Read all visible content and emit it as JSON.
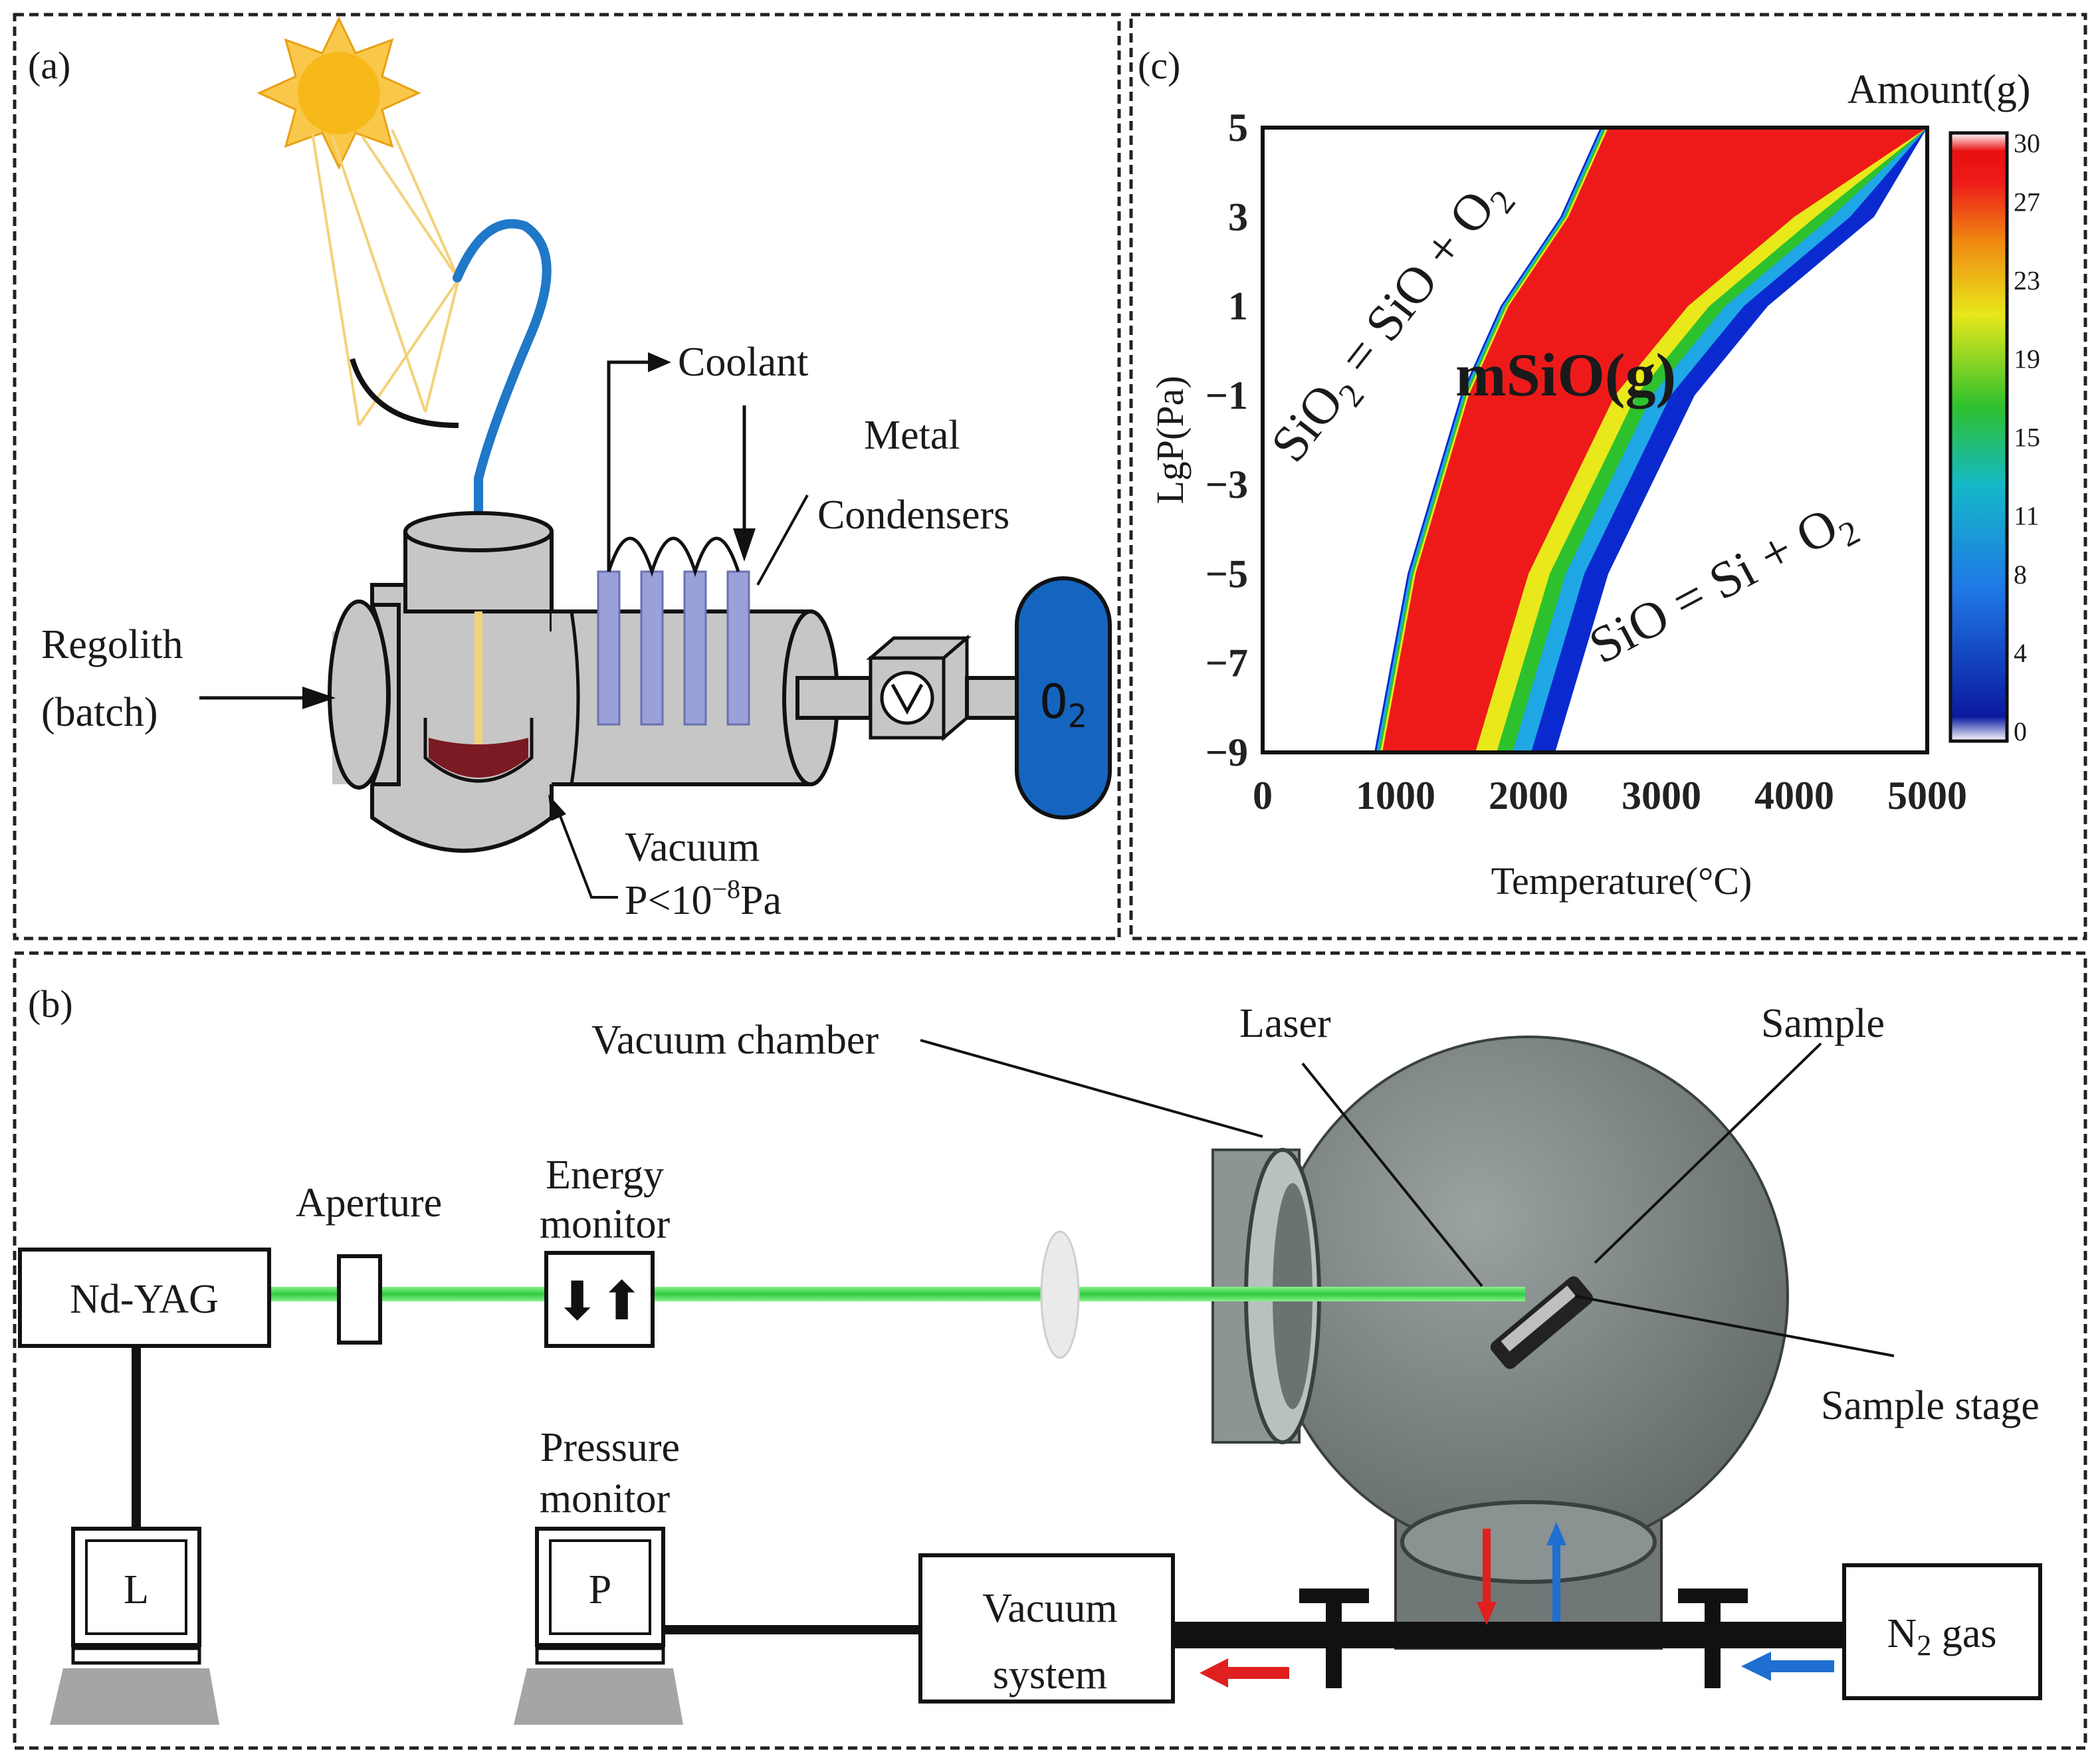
{
  "panel_a": {
    "panel_label": "(a)",
    "coolant": "Coolant",
    "metal": "Metal",
    "condensers": "Condensers",
    "regolith": "Regolith",
    "batch": "(batch)",
    "vacuum": "Vacuum",
    "pressure_main": "P<10",
    "pressure_exp": "−8",
    "pressure_unit": "Pa",
    "o2_label": "O",
    "o2_sub": "2",
    "colors": {
      "sun": "#f7b81a",
      "pipe": "#1f78c8",
      "melt": "#7a1a22",
      "chamber": "#c6c6c6",
      "condenser": "#9aa0d8",
      "o2": "#1565c0"
    }
  },
  "panel_b": {
    "panel_label": "(b)",
    "vacuum_chamber": "Vacuum chamber",
    "laser": "Laser",
    "sample": "Sample",
    "sample_stage": "Sample stage",
    "nd_yag": "Nd-YAG",
    "aperture": "Aperture",
    "energy_monitor_1": "Energy",
    "energy_monitor_2": "monitor",
    "pressure_monitor_1": "Pressure",
    "pressure_monitor_2": "monitor",
    "l_label": "L",
    "p_label": "P",
    "vacuum_system_1": "Vacuum",
    "vacuum_system_2": "system",
    "n2_main": "N",
    "n2_sub": "2",
    "n2_gas": " gas",
    "energy_arrows": "⬇⬆",
    "colors": {
      "beam": "#3dd64a",
      "sphere": "#7d8585",
      "outflow": "#e02020",
      "inflow": "#1f6fd0"
    }
  },
  "panel_c": {
    "panel_label": "(c)",
    "colorbar_title": "Amount(g)",
    "region_label": "mSiO(g)",
    "reaction_1_a": "SiO",
    "reaction_1_sub": "2",
    "reaction_1_b": " = SiO + O",
    "reaction_1_sub2": "2",
    "reaction_2_a": "SiO = Si + O",
    "reaction_2_sub": "2"
  },
  "chart_data": {
    "type": "heatmap",
    "xlabel": "Temperature(°C)",
    "ylabel": "LgP(Pa)",
    "xlim": [
      0,
      5000
    ],
    "ylim": [
      -9,
      5
    ],
    "x_ticks": [
      "0",
      "1000",
      "2000",
      "3000",
      "4000",
      "5000"
    ],
    "y_ticks": [
      "5",
      "3",
      "1",
      "−1",
      "−3",
      "−5",
      "−7",
      "−9"
    ],
    "colorbar": {
      "label": "Amount(g)",
      "range": [
        0,
        30
      ],
      "ticks": [
        "30",
        "27",
        "23",
        "19",
        "15",
        "11",
        "8",
        "4",
        "0"
      ]
    },
    "region": {
      "name": "mSiO(g)",
      "lgP": [
        -9,
        -5,
        -1,
        1,
        3,
        5
      ],
      "temp_low": [
        900,
        1150,
        1550,
        1850,
        2300,
        2600
      ],
      "temp_high": [
        1600,
        2000,
        2650,
        3200,
        4000,
        5000
      ]
    }
  }
}
